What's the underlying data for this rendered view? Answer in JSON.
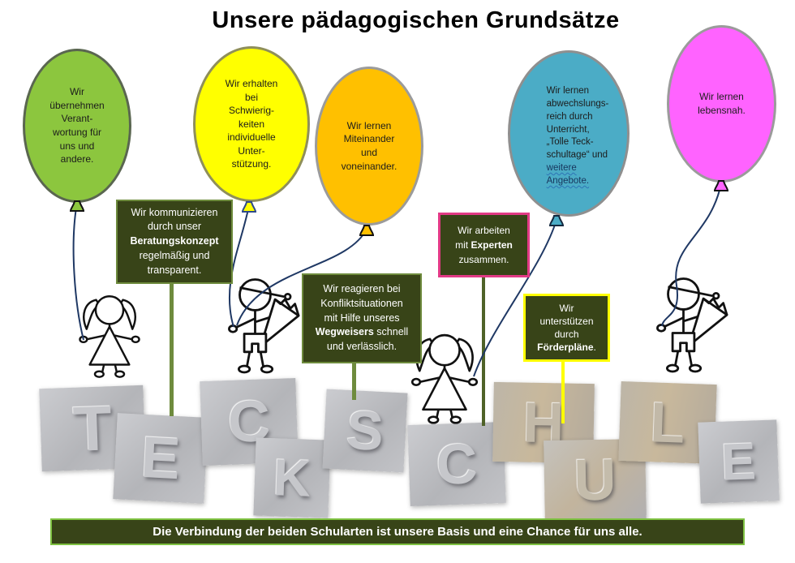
{
  "title": "Unsere  pädagogischen Grundsätze",
  "balloons": [
    {
      "name": "green-balloon",
      "fill": "#8CC63E",
      "border": "#5A6650",
      "text": "Wir\nübernehmen\nVerant-\nwortung für\nuns und\nandere."
    },
    {
      "name": "yellow-balloon",
      "fill": "#FFFF00",
      "border": "#8F8F5A",
      "text": "Wir erhalten\nbei\nSchwierig-\nkeiten\nindividuelle\nUnter-\nstützung."
    },
    {
      "name": "orange-balloon",
      "fill": "#FFC000",
      "border": "#9B9B9B",
      "text": "Wir lernen\nMiteinander\nund\nvoneinander."
    },
    {
      "name": "teal-balloon",
      "fill": "#4BACC6",
      "border": "#8F8F8F",
      "text": "Wir lernen\nabwechslungs-\nreich durch\nUnterricht,\n„Tolle Teck-\nschultage“ und\n",
      "link_text": "weitere\nAngebote."
    },
    {
      "name": "magenta-balloon",
      "fill": "#FF63FF",
      "border": "#9B9B9B",
      "text": "Wir lernen\nlebensnah."
    }
  ],
  "signs": [
    {
      "name": "beratungskonzept-sign",
      "border": "#6E8B3D",
      "before": "Wir kommunizieren\ndurch unser\n",
      "bold": "Beratungskonzept",
      "after": "\nregelmäßig und\ntransparent."
    },
    {
      "name": "wegweiser-sign",
      "border": "#6E8B3D",
      "before": "Wir reagieren bei\nKonfliktsituationen\nmit Hilfe unseres\n",
      "bold": "Wegweisers",
      "after": " schnell\nund verlässlich."
    },
    {
      "name": "experten-sign",
      "border": "#E23A86",
      "before": "Wir arbeiten\nmit ",
      "bold": "Experten",
      "after": "\nzusammen."
    },
    {
      "name": "foerderplaene-sign",
      "border": "#FFFF00",
      "before": "Wir\nunterstützen\ndurch\n",
      "bold": "Förderpläne",
      "after": "."
    }
  ],
  "stones": {
    "letters": [
      "T",
      "E",
      "C",
      "K",
      "S",
      "C",
      "H",
      "U",
      "L",
      "E"
    ]
  },
  "banner": {
    "text": "Die Verbindung der beiden Schularten ist unsere Basis und eine Chance für uns alle."
  },
  "colors": {
    "sign_background": "#384418",
    "sign_green_border": "#6E8B3D",
    "pink_border": "#E23A86",
    "yellow_border": "#FFFF00",
    "banner_border": "#7EC141",
    "string_blue": "#1F3864"
  }
}
